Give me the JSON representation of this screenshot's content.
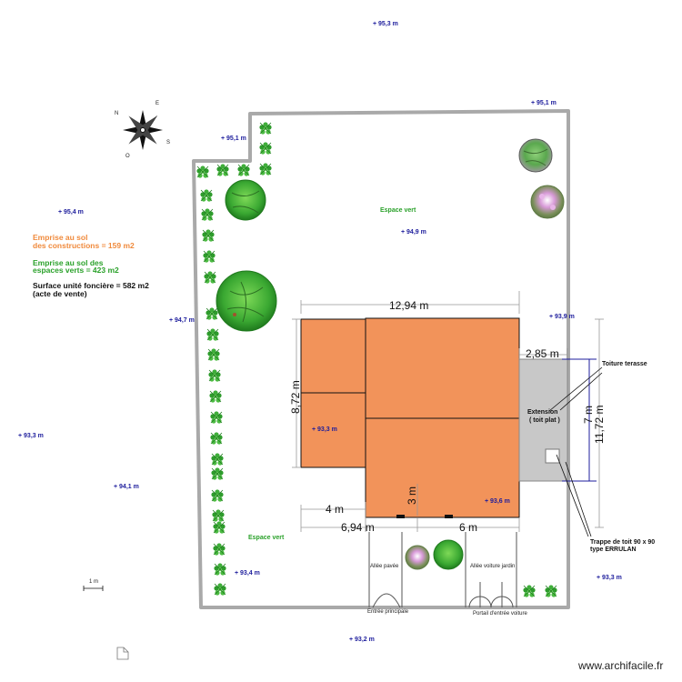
{
  "elevations": {
    "top": "+ 95,3 m",
    "top_right": "+ 95,1 m",
    "upper_left": "+ 95,1 m",
    "left": "+ 95,4 m",
    "center": "+ 94,9 m",
    "left_mid": "+ 94,7 m",
    "right_mid": "+ 93,9 m",
    "far_left": "+ 93,3 m",
    "lower_left": "+ 94,1 m",
    "house_left": "+ 93,3 m",
    "house_right": "+ 93,6 m",
    "bottom_left": "+ 93,4 m",
    "bottom_right": "+ 93,3 m",
    "bottom": "+ 93,2 m"
  },
  "labels": {
    "green_space_top": "Espace vert",
    "green_space_bottom": "Espace vert",
    "extension_line1": "Extension",
    "extension_line2": "( toit plat )",
    "roof_terrace": "Toiture terasse",
    "hatch_line1": "Trappe de toit 90 x 90",
    "hatch_line2": "type ERRULAN",
    "paved_path": "Allée pavée",
    "garden_path": "Allée voiture jardin",
    "main_entrance": "Entrée principale",
    "car_gate": "Portail d'entrée voiture",
    "scale": "1 m"
  },
  "notes": {
    "built_line1": "Emprise au sol",
    "built_line2": "des constructions = 159 m2",
    "green_line1": "Emprise au sol des",
    "green_line2": "espaces verts =  423 m2",
    "plot_line1": "Surface unité foncière =  582 m2",
    "plot_line2": "(acte de vente)"
  },
  "dimensions": {
    "width_total": "12,94 m",
    "height_left": "8,72 m",
    "ext_width": "2,85 m",
    "ext_height_7": "7 m",
    "ext_height_total": "11,72 m",
    "width_4": "4 m",
    "width_694": "6,94 m",
    "width_6": "6 m",
    "height_3": "3 m"
  },
  "watermark": "www.archifacile.fr",
  "colors": {
    "building": "#f2935a",
    "extension": "#c8c8c8",
    "boundary": "#a9a9a9",
    "elevation_text": "#1c1c9c",
    "green_text": "#2aa12a",
    "orange_text": "#f08a3c"
  }
}
